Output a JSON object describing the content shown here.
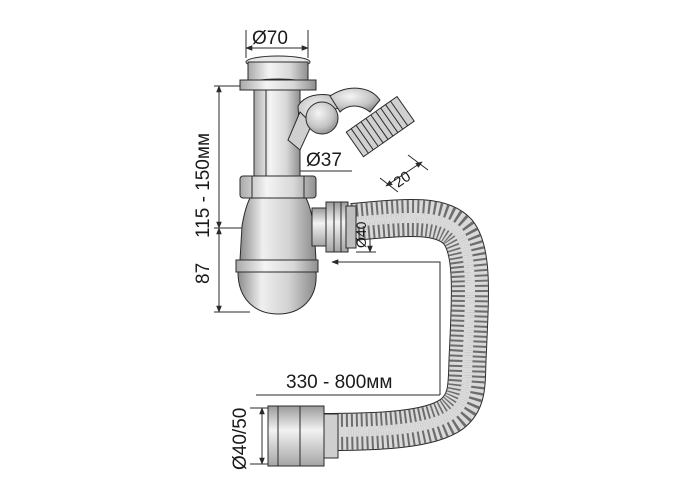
{
  "dimensions": {
    "outlet_diameter": "Ø70",
    "overflow_height": "115 - 150мм",
    "overflow_diameter": "Ø37",
    "side_inlet": "20",
    "siphon_height": "87",
    "connection_diameter": "Ø40",
    "hose_length": "330 - 800мм",
    "hose_outlet_diameter": "Ø40/50"
  },
  "colors": {
    "line": "#2a2a2a",
    "metal_light": "#f2f2f2",
    "metal_mid": "#c9c9c9",
    "metal_dark": "#8f8f8f",
    "hose_light": "#e6e6e6",
    "hose_dark": "#7a7a7a"
  }
}
